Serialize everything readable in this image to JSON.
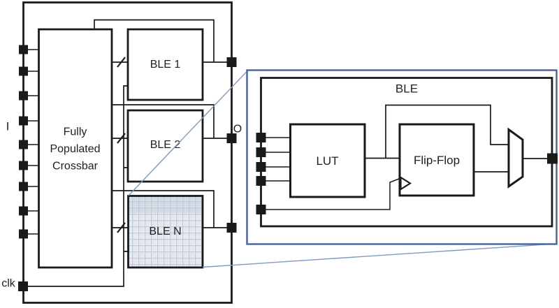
{
  "cluster": {
    "input_label": "I",
    "clock_label": "clk",
    "output_label": "O",
    "crossbar_lines": [
      "Fully",
      "Populated",
      "Crossbar"
    ],
    "ble1_label": "BLE 1",
    "ble2_label": "BLE 2",
    "blen_label": "BLE N"
  },
  "ble_detail": {
    "title": "BLE",
    "lut_label": "LUT",
    "flipflop_label": "Flip-Flop"
  },
  "colors": {
    "line": "#1a1a1a",
    "callout_border": "#47639b",
    "callout_line": "#7f9ac3",
    "blen_fill": "#edf0f4",
    "blen_grid_strong": "#c0cad7",
    "blen_grid_light": "#dde2e9"
  }
}
